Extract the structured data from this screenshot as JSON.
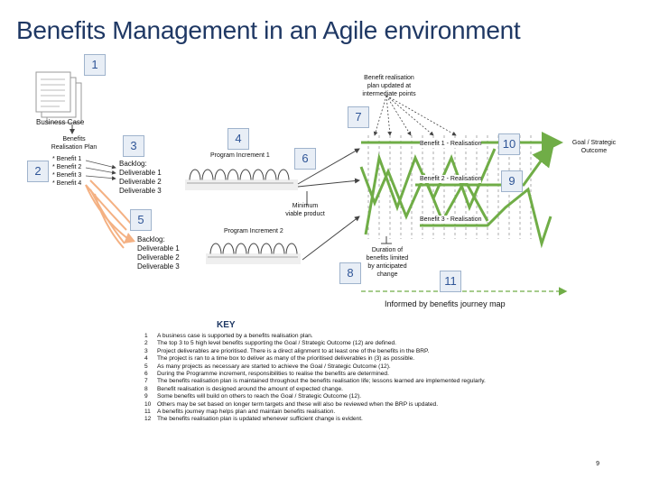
{
  "title": "Benefits Management in an Agile environment",
  "markers": [
    "1",
    "2",
    "3",
    "4",
    "5",
    "6",
    "7",
    "8",
    "9",
    "10",
    "11"
  ],
  "business_case": "Business Case",
  "brp": {
    "title_line1": "Benefits",
    "title_line2": "Realisation Plan",
    "items": [
      "* Benefit 1",
      "* Benefit 2",
      "* Benefit 3",
      "* Benefit 4"
    ]
  },
  "backlog1": {
    "title": "Backlog:",
    "items": [
      "Deliverable 1",
      "Deliverable 2",
      "Deliverable 3"
    ]
  },
  "backlog2": {
    "title": "Backlog:",
    "items": [
      "Deliverable 1",
      "Deliverable 2",
      "Deliverable 3"
    ]
  },
  "program_increment_1": "Program Increment 1",
  "program_increment_2": "Program Increment 2",
  "mvp": {
    "line1": "Minimum",
    "line2": "viable product"
  },
  "plan_update": {
    "line1": "Benefit realisation",
    "line2": "plan updated at",
    "line3": "intermediate points"
  },
  "benefit1": "Benefit 1 - Realisation",
  "benefit2": "Benefit 2 - Realisation",
  "benefit3": "Benefit 3 - Realisation",
  "goal": {
    "line1": "Goal / Strategic",
    "line2": "Outcome"
  },
  "duration": {
    "line1": "Duration of",
    "line2": "benefits limited",
    "line3": "by anticipated",
    "line4": "change"
  },
  "journey_map": "Informed by benefits journey map",
  "key_title": "KEY",
  "key_items": [
    {
      "n": "1",
      "text": "A business case is supported by a benefits realisation plan."
    },
    {
      "n": "2",
      "text": "The top 3 to 5 high level benefits supporting the Goal / Strategic Outcome (12) are defined."
    },
    {
      "n": "3",
      "text": "Project deliverables are prioritised. There is a direct alignment to at least one of the benefits in the BRP."
    },
    {
      "n": "4",
      "text": "The project is ran to a time box to deliver as many of the prioritised deliverables in (3) as possible."
    },
    {
      "n": "5",
      "text": "As many projects as necessary are started to achieve the Goal / Strategic Outcome (12)."
    },
    {
      "n": "6",
      "text": "During the Programme increment, responsibilities to realise the benefits are determined."
    },
    {
      "n": "7",
      "text": "The benefits realisation plan is maintained throughout the benefits realisation life; lessons learned are implemented regularly."
    },
    {
      "n": "8",
      "text": "Benefit realisation is designed around the amount of expected change."
    },
    {
      "n": "9",
      "text": "Some benefits will build on others to reach the Goal / Strategic Outcome (12)."
    },
    {
      "n": "10",
      "text": "Others may be set based on longer term targets and these will also be reviewed when the BRP is updated."
    },
    {
      "n": "11",
      "text": "A benefits journey map helps plan and maintain benefits realisation."
    },
    {
      "n": "12",
      "text": "The benefits realisation plan is updated whenever sufficient change is evident."
    }
  ],
  "page_number": "9",
  "colors": {
    "title": "#1f3864",
    "green": "#70ad47",
    "orange": "#f4b183",
    "marker_bg": "#e8eef6"
  }
}
